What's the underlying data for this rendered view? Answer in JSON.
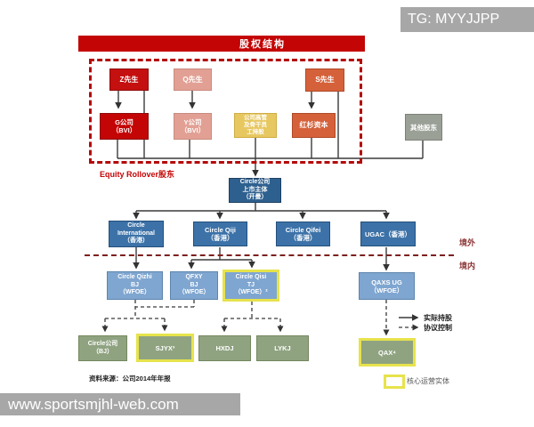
{
  "watermarks": {
    "top_right": "TG: MYYJJPP",
    "bottom_left": "www.sportsmjhl-web.com"
  },
  "chart": {
    "title": "股权结构",
    "rollover_group_label": "Equity Rollover股东",
    "region_labels": {
      "offshore": "境外",
      "onshore": "境内"
    },
    "legend": {
      "solid_arrow": "实际持股",
      "dashed_arrow": "协议控制",
      "core_entity": "核心运营实体"
    },
    "source_note": "资料来源：公司2014年年报",
    "nodes": {
      "mr_z": "Z先生",
      "mr_q": "Q先生",
      "mr_s": "S先生",
      "g_bvi": "G公司\n（BVI）",
      "y_bvi": "Y公司\n（BVI）",
      "esop": "公司高管\n及骨干员\n工持股",
      "sequoia": "红杉资本",
      "other_holders": "其他股东",
      "cayman": "Circle公司\n上市主体\n（开曼）",
      "intl_hk": "Circle\nInternational\n（香港）",
      "qiji_hk": "Circle Qiji\n（香港）",
      "qifei_hk": "Circle Qifei\n（香港）",
      "ugac_hk": "UGAC（香港）",
      "qizhi_wfoe": "Circle Qizhi\nBJ\n（WFOE）",
      "qfxy_wfoe": "QFXY\nBJ\n（WFOE）",
      "qisi_wfoe": "Circle Qisi\nTJ\n（WFOE）²",
      "qaxs_wfoe": "QAXS UG\n（WFOE）",
      "circle_bj": "Circle公司\n（BJ）",
      "sjyx": "SJYX³",
      "hxdj": "HXDJ",
      "lykj": "LYKJ",
      "qax": "QAX⁴"
    }
  },
  "colors": {
    "banner_red": "#c40505",
    "dark_red_node": "#c51010",
    "salmon_node": "#e2a094",
    "orange_node": "#d5613a",
    "gold_node": "#e7c75f",
    "gray_node": "#9aa096",
    "navy_node": "#2e608f",
    "blue_node": "#3c72a8",
    "light_blue_node": "#7fa6d0",
    "green_node": "#8fa381",
    "highlight_yellow": "#e7e34c",
    "dashed_border_red": "#b40a0a",
    "boundary_red": "#7d1f1f",
    "watermark_gray": "#a7a7a7"
  }
}
